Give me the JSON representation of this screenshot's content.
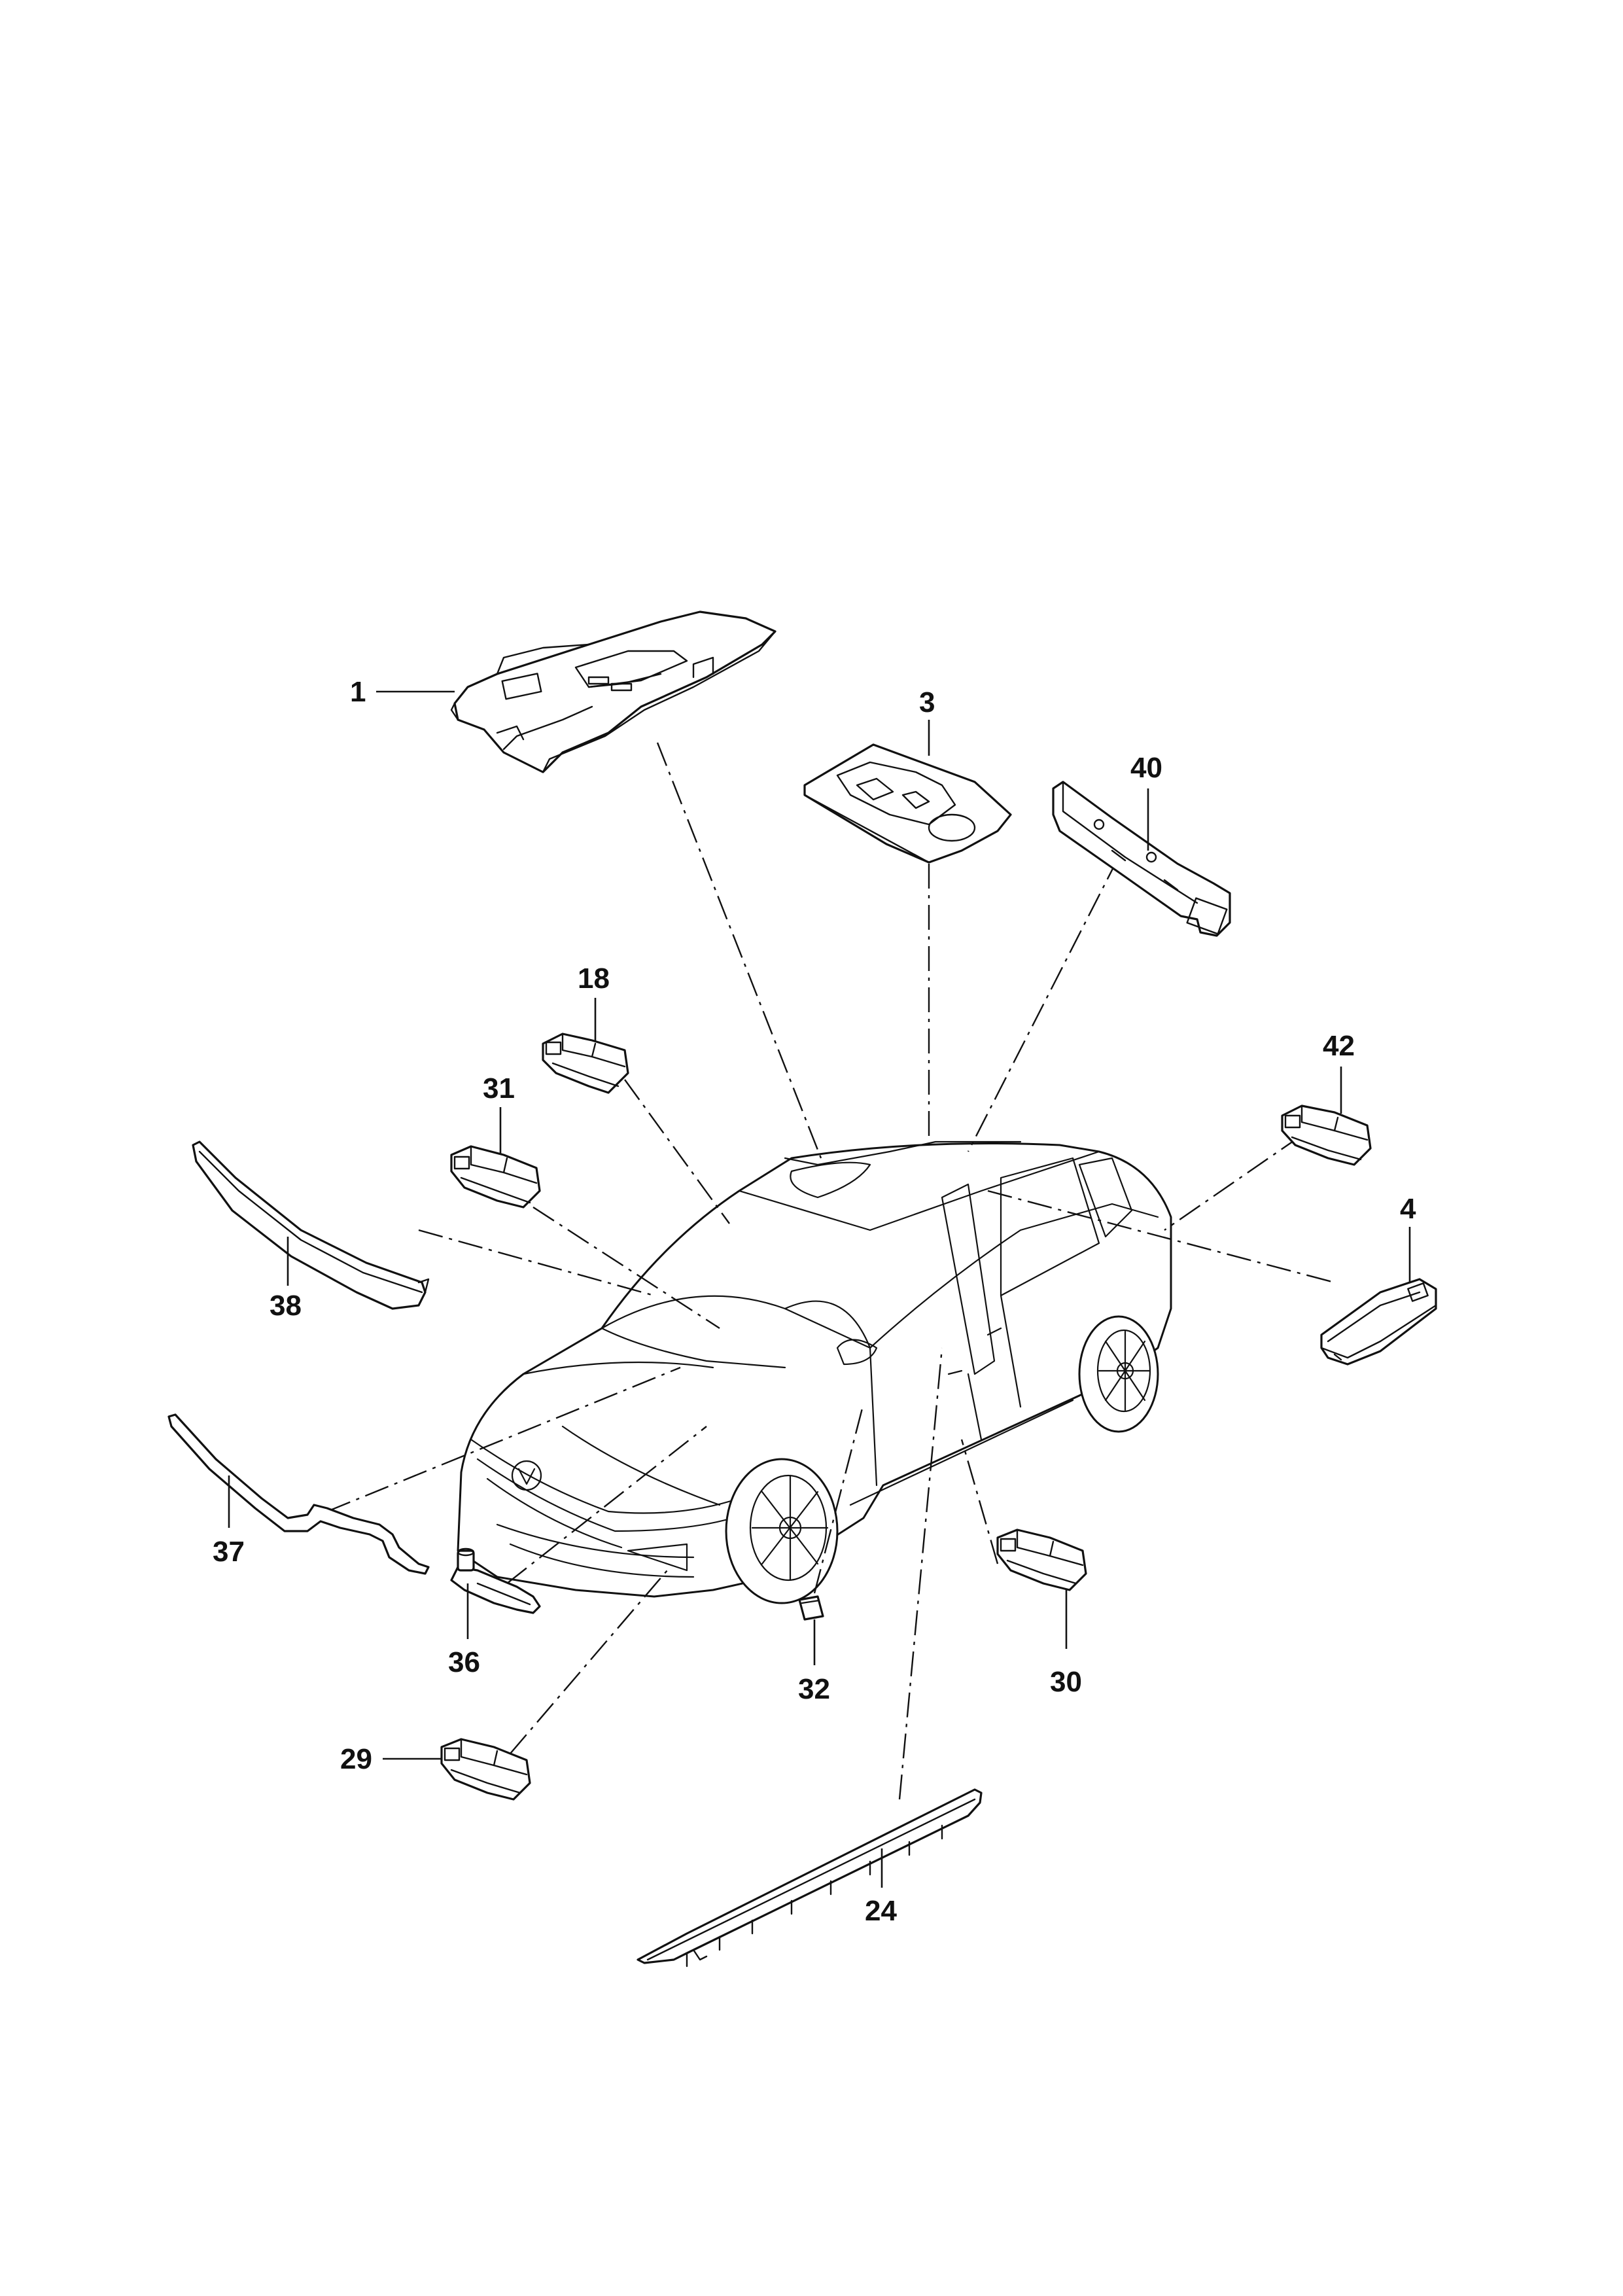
{
  "parts": [
    {
      "id": "p1",
      "label": "1"
    },
    {
      "id": "p3",
      "label": "3"
    },
    {
      "id": "p40",
      "label": "40"
    },
    {
      "id": "p18",
      "label": "18"
    },
    {
      "id": "p42",
      "label": "42"
    },
    {
      "id": "p31",
      "label": "31"
    },
    {
      "id": "p4",
      "label": "4"
    },
    {
      "id": "p38",
      "label": "38"
    },
    {
      "id": "p37",
      "label": "37"
    },
    {
      "id": "p36",
      "label": "36"
    },
    {
      "id": "p32",
      "label": "32"
    },
    {
      "id": "p30",
      "label": "30"
    },
    {
      "id": "p29",
      "label": "29"
    },
    {
      "id": "p24",
      "label": "24"
    }
  ]
}
